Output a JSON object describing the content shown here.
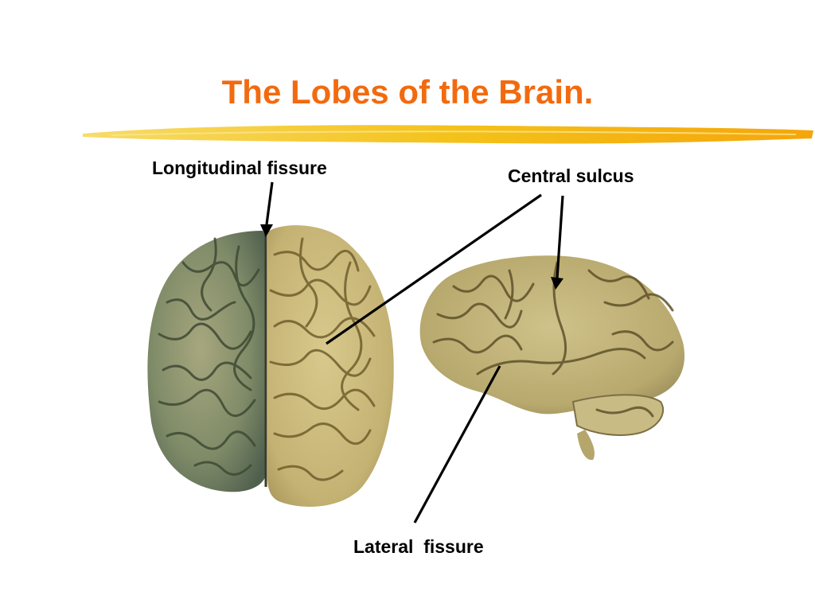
{
  "title": "The Lobes of the Brain.",
  "labels": {
    "longitudinal_fissure": "Longitudinal fissure",
    "central_sulcus": "Central sulcus",
    "lateral_fissure": "Lateral  fissure"
  },
  "colors": {
    "title": "#f26a0f",
    "underline": "#f4c21b",
    "brain_tan": "#c7b57a",
    "brain_gray": "#8e9572",
    "sulcus": "#4a3d1e",
    "pointer": "#000000"
  }
}
